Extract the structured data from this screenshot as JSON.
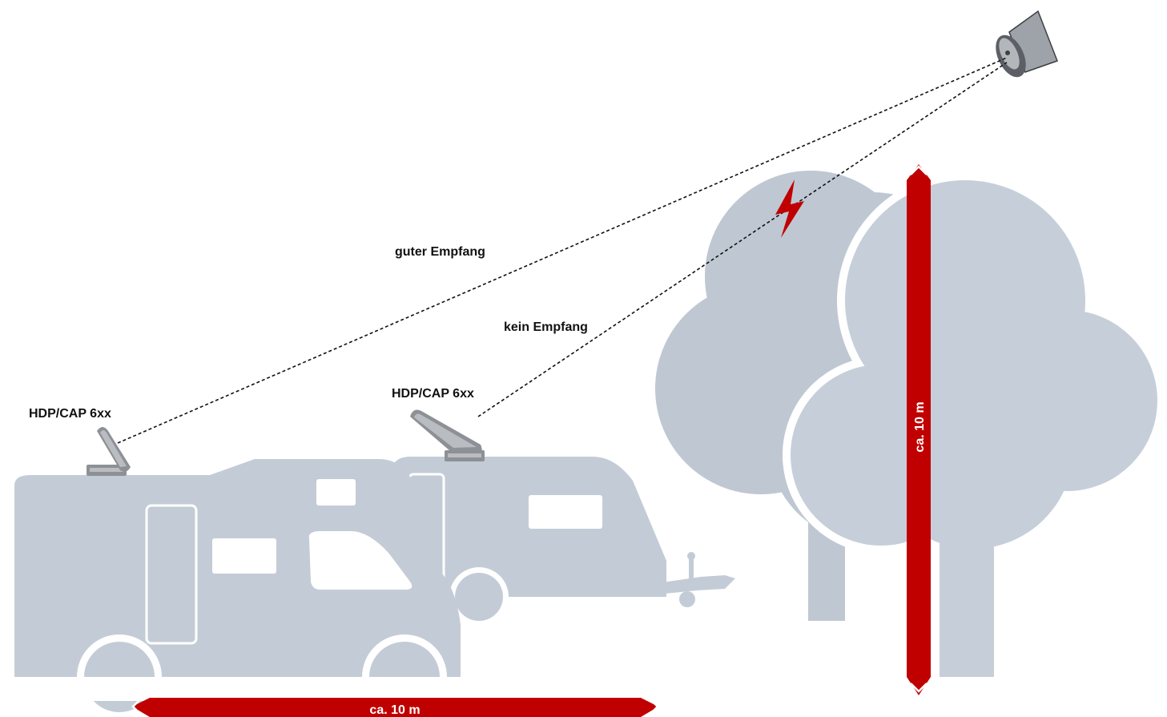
{
  "labels": {
    "good_reception": "guter Empfang",
    "no_reception": "kein Empfang",
    "antenna_front": "HDP/CAP 6xx",
    "antenna_rear": "HDP/CAP 6xx",
    "width_dimension": "ca. 10 m",
    "height_dimension": "ca. 10 m"
  },
  "colors": {
    "vehicle": "#c3ccd6",
    "tree_back": "#bfc8d2",
    "tree_front": "#c6cfd9",
    "accent_red": "#c00000",
    "antenna_gray": "#8d9196",
    "ink": "#111111"
  },
  "icons": [
    "satellite-icon",
    "lightning-bolt-icon",
    "satellite-dish-icon"
  ]
}
